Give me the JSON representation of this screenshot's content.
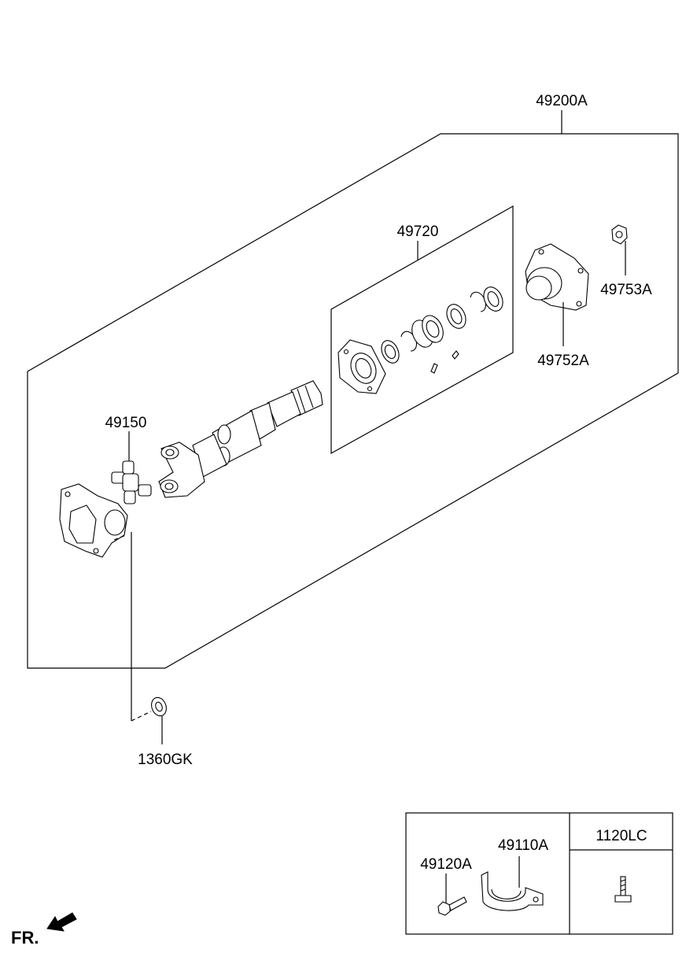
{
  "labels": {
    "assembly": "49200A",
    "bearing_kit": "49720",
    "flange_nut": "49753A",
    "companion_flange": "49752A",
    "universal_joint": "49150",
    "washer": "1360GK",
    "bolt": "49120A",
    "bracket": "49110A",
    "screw": "1120LC"
  },
  "direction_label": "FR."
}
